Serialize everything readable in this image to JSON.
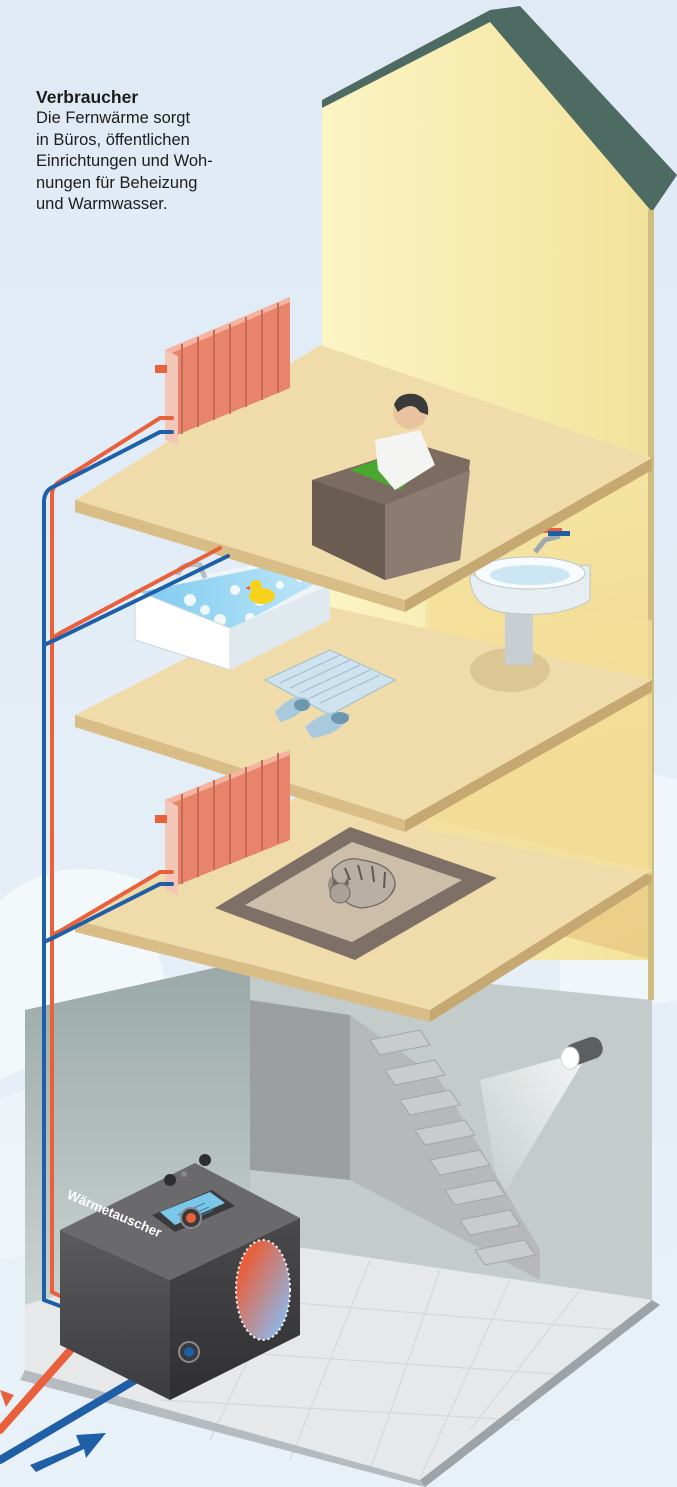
{
  "caption": {
    "title": "Verbraucher",
    "body": "Die Fernwärme sorgt\nin Büros, öffentlichen\nEinrichtungen und Woh-\nnungen für Beheizung\nund Warmwasser."
  },
  "device_label": "Wärmetauscher",
  "colors": {
    "background": "#e4eef7",
    "wall_yellow": "#f8efb0",
    "floor_beige": "#f0dcaa",
    "roof_green": "#4e6b63",
    "radiator": "#e8846c",
    "pipe_hot": "#e8603c",
    "pipe_cold": "#1f5fa8",
    "heat_exchanger": "#4a4a4c",
    "basement_wall": "#b9c4c4",
    "stair_gray": "#a9a9ab"
  },
  "icons": [
    "radiator-icon",
    "person-in-armchair-icon",
    "bathtub-icon",
    "rubber-duck-icon",
    "sink-icon",
    "bath-mat-icon",
    "slippers-icon",
    "cat-icon",
    "rug-icon",
    "staircase-icon",
    "wall-lamp-icon",
    "heat-exchanger-icon",
    "flow-arrow-icon"
  ]
}
